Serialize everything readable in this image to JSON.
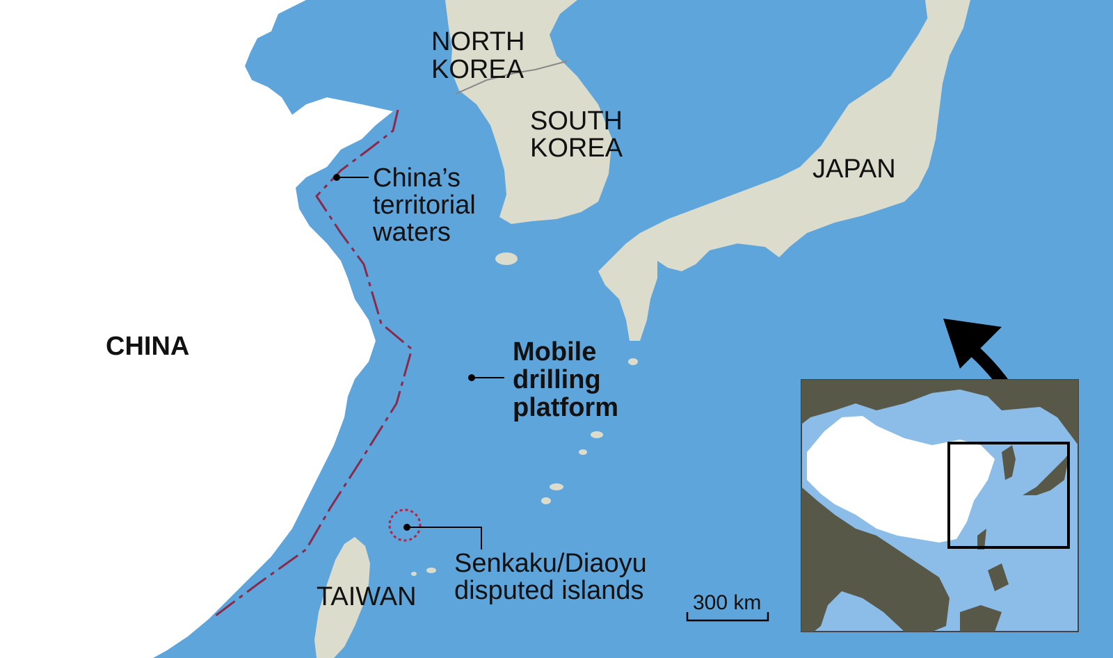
{
  "labels": {
    "china": "CHINA",
    "north_korea": [
      "NORTH",
      "KOREA"
    ],
    "south_korea": [
      "SOUTH",
      "KOREA"
    ],
    "japan": "JAPAN",
    "taiwan": "TAIWAN"
  },
  "callouts": {
    "territorial": [
      "China’s",
      "territorial",
      "waters"
    ],
    "platform": [
      "Mobile",
      "drilling",
      "platform"
    ],
    "islands": [
      "Senkaku/Diaoyu",
      "disputed islands"
    ]
  },
  "scale_bar": {
    "label": "300 km"
  },
  "colors": {
    "sea": "#5ea5dc",
    "china_land": "#ffffff",
    "other_land": "#dcdccc",
    "boundary_line": "#8a2a4a",
    "inset_sea": "#8bbde8",
    "inset_other_land": "#585848"
  }
}
